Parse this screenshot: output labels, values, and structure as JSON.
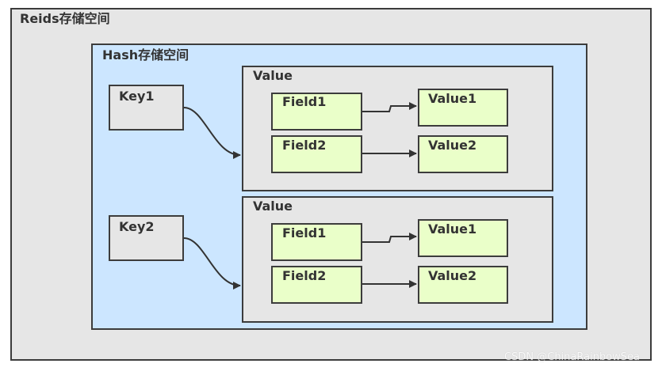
{
  "outer": {
    "title": "Reids存储空间"
  },
  "hash": {
    "title": "Hash存储空间"
  },
  "groups": [
    {
      "key": "Key1",
      "value_title": "Value",
      "fields": [
        {
          "field": "Field1",
          "value": "Value1"
        },
        {
          "field": "Field2",
          "value": "Value2"
        }
      ]
    },
    {
      "key": "Key2",
      "value_title": "Value",
      "fields": [
        {
          "field": "Field1",
          "value": "Value1"
        },
        {
          "field": "Field2",
          "value": "Value2"
        }
      ]
    }
  ],
  "watermark": "CSDN @ChinaRainbowSea",
  "colors": {
    "outer_fill": "#e6e6e6",
    "hash_fill": "#cce6ff",
    "field_fill": "#eaffc9",
    "border": "#3c3c3c"
  }
}
